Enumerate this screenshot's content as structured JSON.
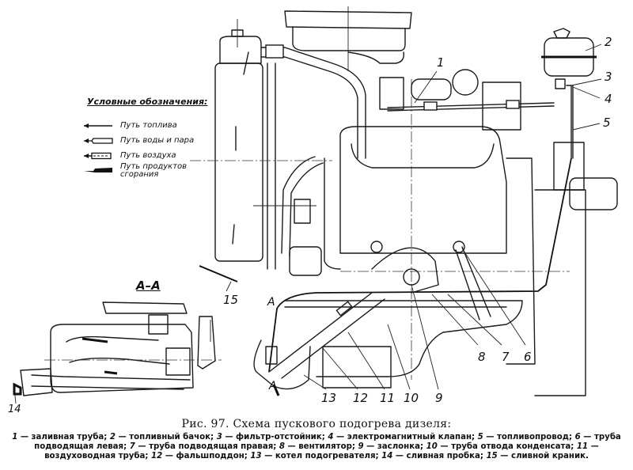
{
  "figure": {
    "title": "Рис. 97. Схема пускового подогрева дизеля:",
    "section_label": "А–А",
    "section_marks": [
      "А",
      "А"
    ]
  },
  "legend": {
    "title": "Условные обозначения:",
    "items": [
      {
        "label": "Путь топлива",
        "style": "fuel"
      },
      {
        "label": "Путь воды и пара",
        "style": "water"
      },
      {
        "label": "Путь воздуха",
        "style": "air"
      },
      {
        "label": "Путь продуктов сгорания",
        "style": "exhaust"
      }
    ]
  },
  "callouts": [
    "1",
    "2",
    "3",
    "4",
    "5",
    "6",
    "7",
    "8",
    "9",
    "10",
    "11",
    "12",
    "13",
    "14",
    "15"
  ],
  "parts": [
    {
      "num": "1",
      "name": "заливная труба"
    },
    {
      "num": "2",
      "name": "топливный бачок"
    },
    {
      "num": "3",
      "name": "фильтр-отстойник"
    },
    {
      "num": "4",
      "name": "электромагнитный клапан"
    },
    {
      "num": "5",
      "name": "топливопровод"
    },
    {
      "num": "6",
      "name": "труба подводящая левая"
    },
    {
      "num": "7",
      "name": "труба подводящая правая"
    },
    {
      "num": "8",
      "name": "вентилятор"
    },
    {
      "num": "9",
      "name": "заслонка"
    },
    {
      "num": "10",
      "name": "труба отвода конденсата"
    },
    {
      "num": "11",
      "name": "воздуховодная труба"
    },
    {
      "num": "12",
      "name": "фальшподдон"
    },
    {
      "num": "13",
      "name": "котел подогревателя"
    },
    {
      "num": "14",
      "name": "сливная пробка"
    },
    {
      "num": "15",
      "name": "сливной краник"
    }
  ],
  "colors": {
    "ink": "#111111",
    "paper": "#ffffff"
  }
}
